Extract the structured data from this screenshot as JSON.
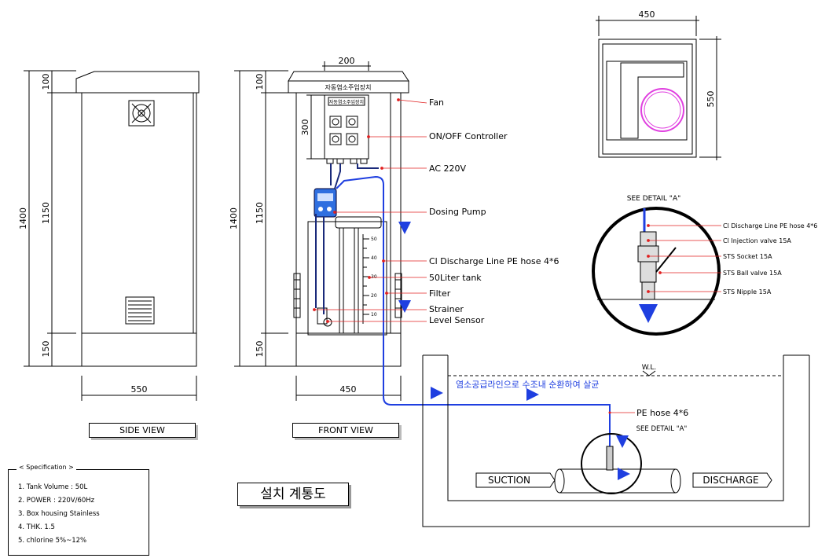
{
  "side_view": {
    "label": "SIDE VIEW",
    "dim_width": "550",
    "dim_total": "1400",
    "dim_top": "100",
    "dim_mid": "1150",
    "dim_base": "150"
  },
  "front_view": {
    "label": "FRONT VIEW",
    "dim_width": "450",
    "dim_top_width": "200",
    "dim_total": "1400",
    "dim_top": "100",
    "dim_mid": "1150",
    "dim_base": "150",
    "dim_panel": "300",
    "nameplate": "자동염소주입장치",
    "panel_plate": "자동염소주입장치"
  },
  "top_view": {
    "dim_width": "450",
    "dim_depth": "550"
  },
  "callouts": {
    "fan": "Fan",
    "controller": "ON/OFF Controller",
    "ac": "AC 220V",
    "pump": "Dosing Pump",
    "discharge_line": "Cl Discharge Line PE hose 4*6",
    "tank": "50Liter tank",
    "filter": "Filter",
    "strainer": "Strainer",
    "level_sensor": "Level Sensor",
    "pe_hose": "PE hose 4*6"
  },
  "tank_scale": [
    "50",
    "40",
    "30",
    "20",
    "10"
  ],
  "detail": {
    "title": "SEE DETAIL \"A\"",
    "labels": [
      "Cl Discharge Line PE hose 4*6",
      "Cl Injection valve 15A",
      "STS Socket 15A",
      "STS Ball valve 15A",
      "STS Nipple 15A"
    ]
  },
  "installation": {
    "korean_note": "염소공급라인으로 수조내 순환하여 살균",
    "water_level": "W.L.",
    "suction": "SUCTION",
    "discharge": "DISCHARGE",
    "detail_ref": "SEE DETAIL \"A\""
  },
  "specification": {
    "title": "< Specification >",
    "items": [
      "1. Tank Volume : 50L",
      "2. POWER : 220V/60Hz",
      "3. Box housing Stainless",
      "4. THK. 1.5",
      "5. chlorine 5%~12%"
    ]
  },
  "drawing_title": "설치 계통도",
  "colors": {
    "hose": "#1f3fe0",
    "callout": "#e02020",
    "pipe_ring": "#e040e0",
    "line": "#000000"
  }
}
